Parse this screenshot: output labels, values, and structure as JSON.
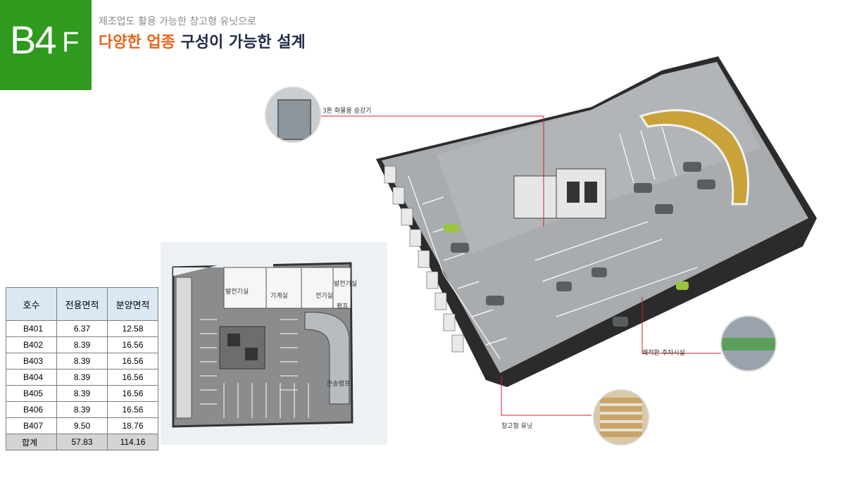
{
  "badge": {
    "level": "B4",
    "floor": "F"
  },
  "header": {
    "subtitle": "제조업도 활용 가능한 창고형 유닛으로",
    "title_highlight": "다양한 업종",
    "title_rest": " 구성이 가능한 설계"
  },
  "table": {
    "headers": [
      "호수",
      "전용면적",
      "분양면적"
    ],
    "rows": [
      [
        "B401",
        "6.37",
        "12.58"
      ],
      [
        "B402",
        "8.39",
        "16.56"
      ],
      [
        "B403",
        "8.39",
        "16.56"
      ],
      [
        "B404",
        "8.39",
        "16.56"
      ],
      [
        "B405",
        "8.39",
        "16.56"
      ],
      [
        "B406",
        "8.39",
        "16.56"
      ],
      [
        "B407",
        "9.50",
        "18.76"
      ]
    ],
    "total": [
      "합계",
      "57.83",
      "114.16"
    ]
  },
  "plan_labels": {
    "room1": "발전기실",
    "room2": "기계실",
    "room3": "전기실",
    "room4": "발전기실",
    "room5": "펌프",
    "ramp": "운송램프"
  },
  "callouts": {
    "elevator": "3톤 화물용 승강기",
    "parking": "쾌적한 주차시설",
    "warehouse": "창고형 유닛"
  },
  "colors": {
    "badge": "#2f9a1e",
    "highlight": "#e8641a",
    "title": "#1f2a44",
    "callout_line": "#d0202a"
  }
}
